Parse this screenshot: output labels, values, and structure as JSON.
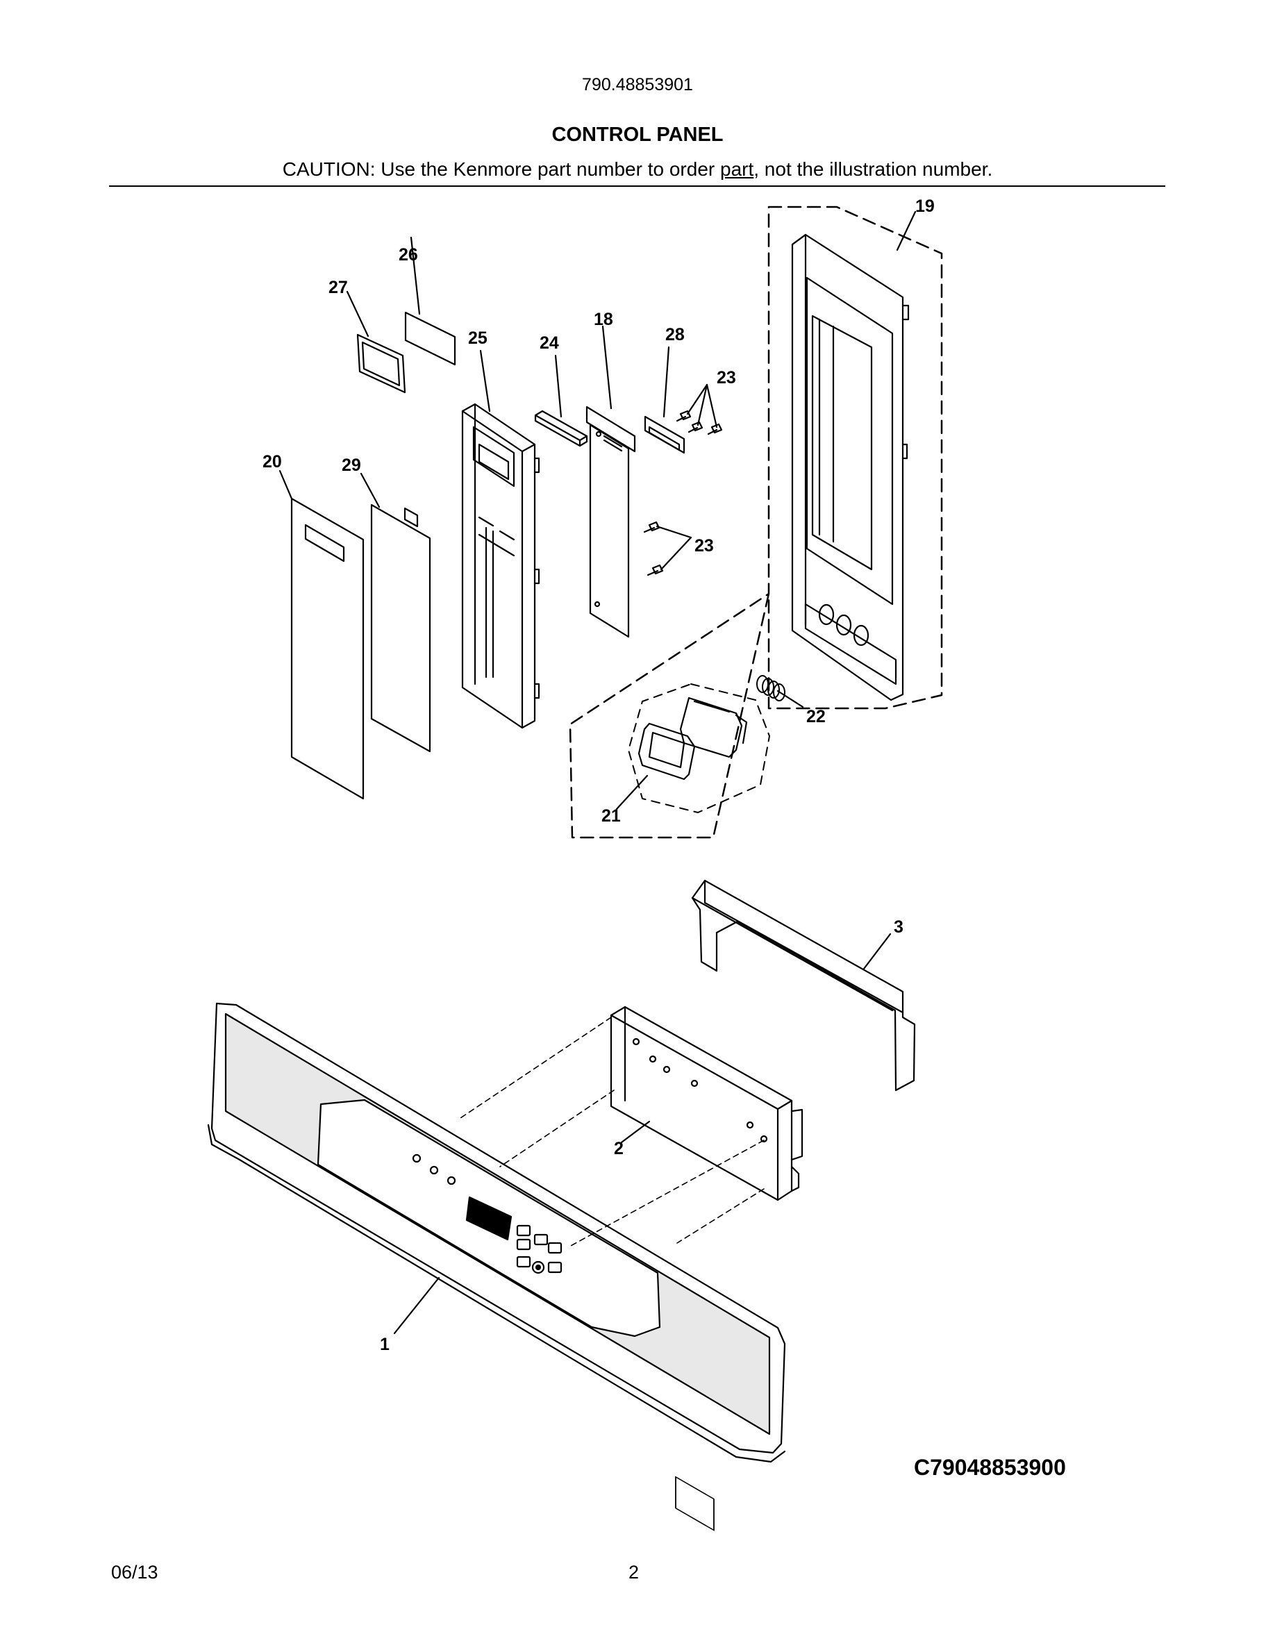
{
  "header": {
    "model_number": "790.48853901",
    "section_title": "CONTROL PANEL",
    "caution_before": "CAUTION: Use the Kenmore part number to order ",
    "caution_underlined": "part",
    "caution_after": ", not the illustration number."
  },
  "callouts": {
    "c1": "1",
    "c2": "2",
    "c3": "3",
    "c18": "18",
    "c19": "19",
    "c20": "20",
    "c21": "21",
    "c22": "22",
    "c23a": "23",
    "c23b": "23",
    "c24": "24",
    "c25": "25",
    "c26": "26",
    "c27": "27",
    "c28": "28",
    "c29": "29"
  },
  "drawing_code": "C79048853900",
  "footer": {
    "date": "06/13",
    "page": "2"
  },
  "colors": {
    "line": "#000000",
    "panel_face": "#e8e8e8",
    "display": "#000000",
    "background": "#ffffff"
  }
}
